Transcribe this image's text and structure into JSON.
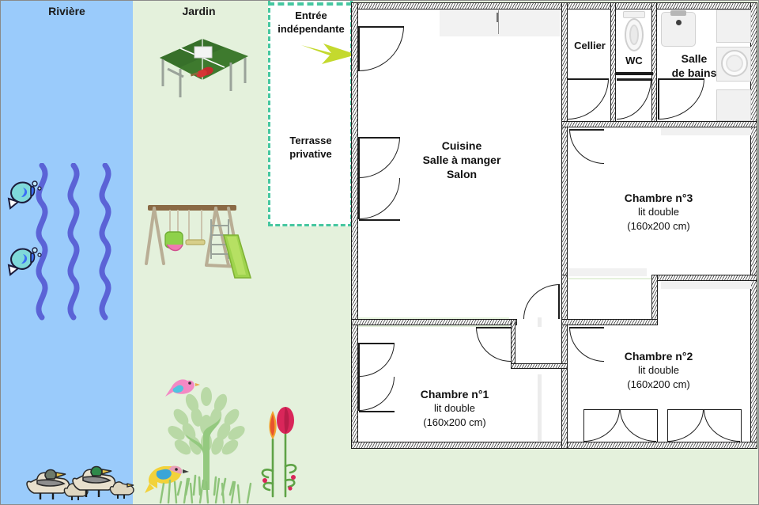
{
  "outdoor": {
    "river": {
      "label": "Rivière",
      "color": "#9acbfb",
      "fish_count": 2,
      "wave_count": 3,
      "duck_count": 2,
      "duckling_count": 2
    },
    "garden": {
      "label": "Jardin",
      "color": "#e4f1dc",
      "features": [
        "ping-pong-table",
        "swing-set-with-slide",
        "tree",
        "pink-bird",
        "blue-yellow-bird",
        "flowers",
        "grass"
      ]
    }
  },
  "terrace": {
    "entry_label_line1": "Entrée",
    "entry_label_line2": "indépendante",
    "name_line1": "Terrasse",
    "name_line2": "privative",
    "border_color": "#46c7a0",
    "arrow_color": "#c4d92e"
  },
  "house": {
    "rooms": [
      {
        "key": "living",
        "title": "Cuisine",
        "sub1": "Salle à manger",
        "sub2": "Salon"
      },
      {
        "key": "cellier",
        "title": "Cellier"
      },
      {
        "key": "wc",
        "title": "WC"
      },
      {
        "key": "bathroom",
        "title": "Salle",
        "sub1": "de bains"
      },
      {
        "key": "bedroom3",
        "title": "Chambre n°3",
        "sub1": "lit double",
        "sub2": "(160x200 cm)"
      },
      {
        "key": "bedroom2",
        "title": "Chambre n°2",
        "sub1": "lit double",
        "sub2": "(160x200 cm)"
      },
      {
        "key": "bedroom1",
        "title": "Chambre n°1",
        "sub1": "lit double",
        "sub2": "(160x200 cm)"
      }
    ],
    "fixtures": [
      "kitchen-counter",
      "kitchen-cabinet",
      "toilet",
      "sink",
      "washing-machine",
      "bathtub"
    ],
    "wall_color": "#1d1d1d",
    "floor_color": "#ffffff"
  }
}
